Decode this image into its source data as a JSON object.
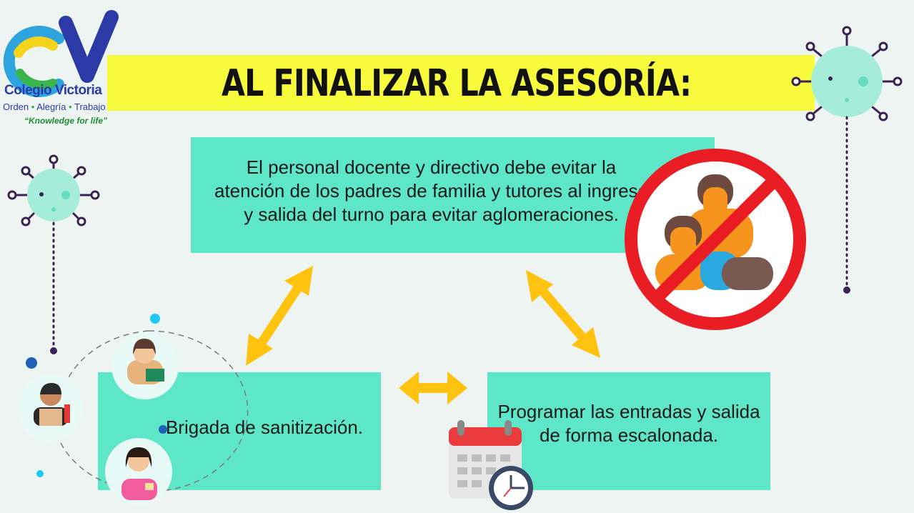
{
  "slide": {
    "title": "AL FINALIZAR LA ASESORÍA:",
    "logo": {
      "name": "Colegio Victoria",
      "motto_1": "Orden",
      "motto_2": "Alegría",
      "motto_3": "Trabajo",
      "motto_sep": "•",
      "slogan": "“Knowledge for life”"
    },
    "boxes": {
      "top": "El personal docente y directivo debe evitar la atención de los padres de familia y tutores al ingreso y salida del turno para evitar aglomeraciones.",
      "left": "Brigada de sanitización.",
      "right": "Programar las entradas y salida de forma escalonada."
    },
    "colors": {
      "background": "#eef4f1",
      "banner": "#f7fb3c",
      "box": "#5de6c8",
      "arrow": "#ffc20e",
      "prohibited": "#ea1c24",
      "virus": "#a6edd9",
      "virus_stroke": "#3a2255"
    },
    "icons": [
      "virus-icon",
      "prohibited-people-icon",
      "calendar-clock-icon",
      "worker-avatar-icon"
    ]
  }
}
